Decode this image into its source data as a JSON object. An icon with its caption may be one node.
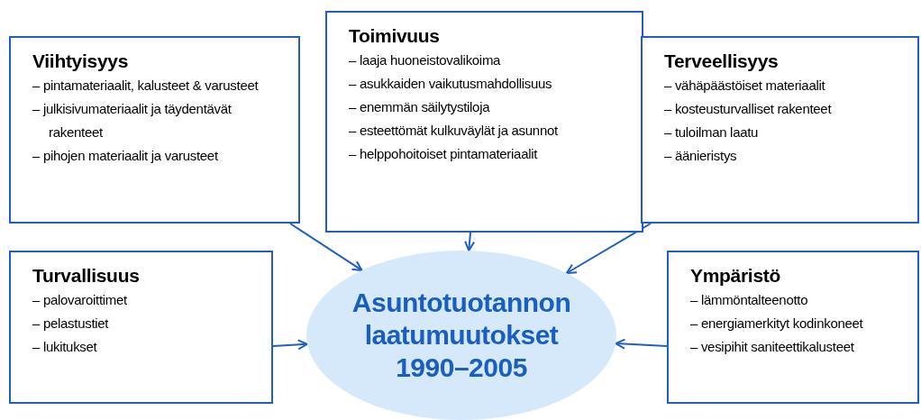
{
  "diagram": {
    "nodes": [
      {
        "text": [
          "Viihtyisyys",
          "– pintamateriaalit, kalusteet & varusteet",
          "– julkisivumateriaalit ja täydentävät rakenteet",
          "– pihojen materiaalit ja varusteet"
        ]
      },
      {
        "text": [
          "Toimivuus",
          "– laaja huoneistovalikoima",
          "– asukkaiden vaikutusmahdollisuus",
          "– enemmän säilytystiloja",
          "– esteettömät kulkuväylät ja asunnot",
          "– helppohoitoiset pintamateriaalit"
        ]
      },
      {
        "text": [
          "Terveellisyys",
          "– vähäpäästöiset materiaalit",
          "– kosteusturvalliset rakenteet",
          "– tuloilman laatu",
          "– äänieristys"
        ]
      },
      {
        "text": [
          "Turvallisuus",
          "– palovaroittimet",
          "– pelastustiet",
          "– lukitukset"
        ]
      },
      {
        "text": [
          "Asuntotuotannon laatumuutokset 1990–2005"
        ]
      },
      {
        "text": [
          "Ympäristö",
          "– lämmöntalteenotto",
          "– energiamerkityt kodinkoneet",
          "– vesipihit saniteettikalusteet"
        ]
      }
    ],
    "edges": [
      {
        "from": 0,
        "to": 4,
        "arrow": "to"
      },
      {
        "from": 1,
        "to": 4,
        "arrow": "to"
      },
      {
        "from": 2,
        "to": 4,
        "arrow": "to"
      },
      {
        "from": 3,
        "to": 4,
        "arrow": "to"
      },
      {
        "from": 5,
        "to": 4,
        "arrow": "to"
      }
    ]
  }
}
